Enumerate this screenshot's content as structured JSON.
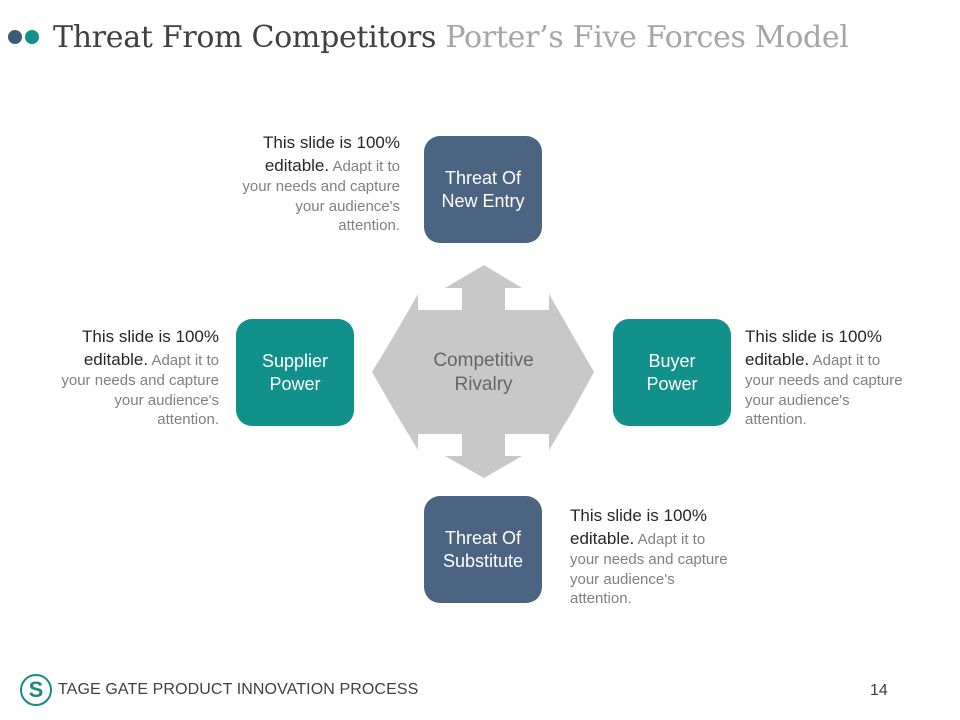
{
  "header": {
    "title_main": "Threat From Competitors",
    "title_sub": "Porter’s Five Forces Model"
  },
  "diagram": {
    "center": "Competitive Rivalry",
    "forces": {
      "top": "Threat Of New Entry",
      "left": "Supplier Power",
      "right": "Buyer Power",
      "bottom": "Threat Of Substitute"
    },
    "notes": {
      "lead": "This slide is 100% editable.",
      "body": "Adapt it to your needs and capture your audience's attention."
    }
  },
  "colors": {
    "blue_box": "#4b6482",
    "teal_box": "#12908a",
    "arrow_gray": "#c8c8c8"
  },
  "footer": {
    "logo_letter": "S",
    "text": "TAGE GATE PRODUCT INNOVATION PROCESS",
    "page_number": "14"
  }
}
